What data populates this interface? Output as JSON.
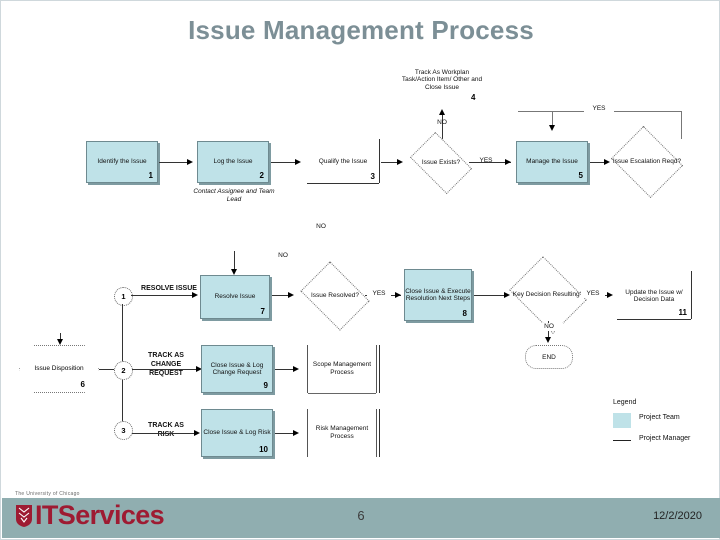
{
  "slide": {
    "title": "Issue Management Process"
  },
  "diagram": {
    "nodes": {
      "n1": {
        "label": "Identify the Issue",
        "number": "1"
      },
      "n2": {
        "label": "Log the Issue",
        "number": "2"
      },
      "n3": {
        "label": "Qualify the Issue",
        "number": "3"
      },
      "n4": {
        "label": "Track As Workplan Task/Action Item/ Other and Close Issue",
        "number": "4"
      },
      "n5": {
        "label": "Manage the Issue",
        "number": "5"
      },
      "n6": {
        "label": "Issue Disposition",
        "number": "6"
      },
      "n7": {
        "label": "Resolve Issue",
        "number": "7"
      },
      "n8": {
        "label": "Close Issue & Execute Resolution Next Steps",
        "number": "8"
      },
      "n9": {
        "label": "Close Issue & Log Change Request",
        "number": "9"
      },
      "n10": {
        "label": "Close Issue & Log Risk",
        "number": "10"
      },
      "n11": {
        "label": "Update the Issue w/ Decision Data",
        "number": "11"
      }
    },
    "decisions": {
      "d_exists": {
        "label": "Issue Exists?"
      },
      "d_escal": {
        "label": "Issue Escalation Reqd?"
      },
      "d_resolved": {
        "label": "Issue Resolved?"
      },
      "d_keydec": {
        "label": "Key Decision Resulting?"
      }
    },
    "predefined": {
      "p_scope": {
        "label": "Scope Management Process"
      },
      "p_risk": {
        "label": "Risk Management Process"
      }
    },
    "connectors": {
      "c1": "1",
      "c2": "2",
      "c3": "3"
    },
    "terminator": {
      "label": "END"
    },
    "notes": {
      "contact": "Contact Assignee and Team Lead",
      "resolve_issue": "RESOLVE ISSUE",
      "track_change": "TRACK AS CHANGE REQUEST",
      "track_risk": "TRACK AS RISK"
    },
    "edge_labels": {
      "no_top_4": "NO",
      "yes_exists": "YES",
      "yes_escal": "YES",
      "no_escal": "NO",
      "no_qualify": "NO",
      "yes_resolved": "YES",
      "yes_keydec": "YES",
      "no_keydec": "NO"
    }
  },
  "legend": {
    "title": "Legend",
    "items": [
      {
        "swatch": "box",
        "label": "Project Team",
        "color": "#bfe2e8"
      },
      {
        "swatch": "line",
        "label": "Project Manager",
        "color": "#222222"
      }
    ]
  },
  "footer": {
    "university": "The University of Chicago",
    "wordmark": "ITServices",
    "page_number": "6",
    "date": "12/2/2020",
    "bar_color": "#90aeb0",
    "logo_color": "#9e1b32"
  }
}
